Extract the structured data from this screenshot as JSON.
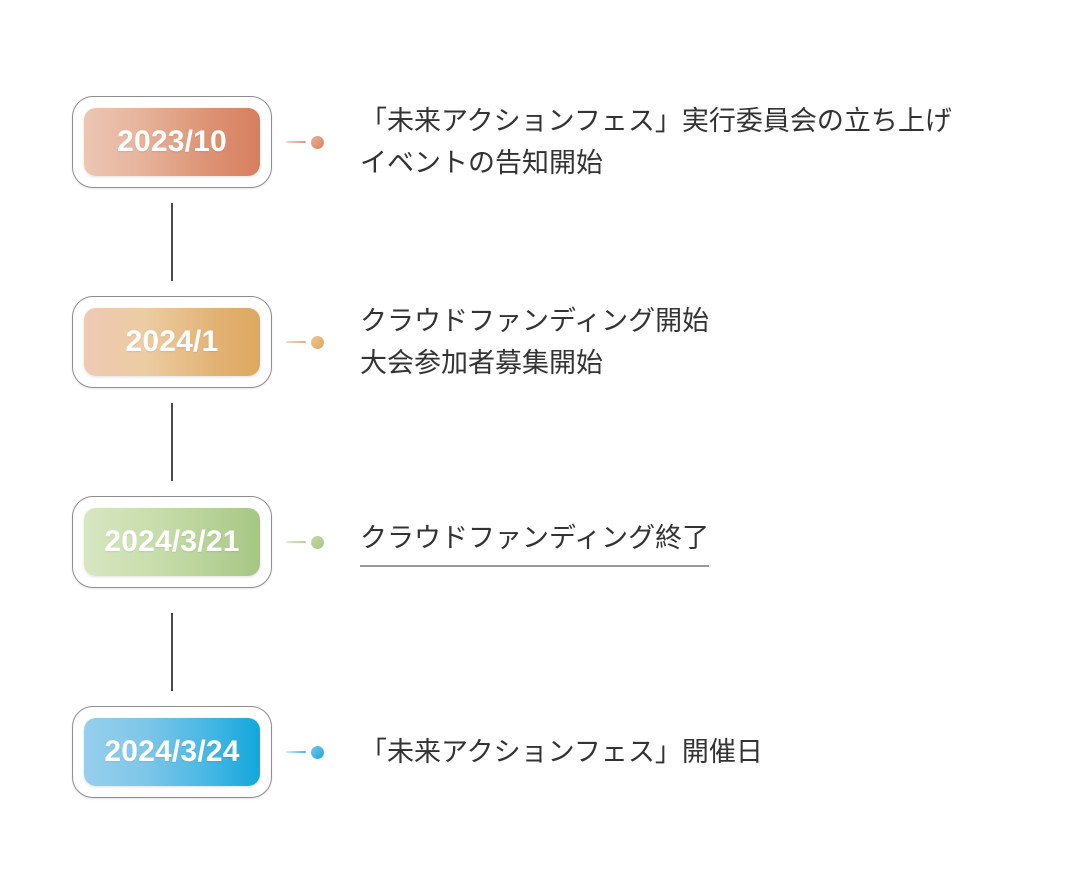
{
  "diagram": {
    "type": "vertical-timeline",
    "background_color": "#ffffff",
    "text_color": "#333333",
    "connector_color": "#4a4a4a",
    "rows": [
      {
        "date": "2023/10",
        "accent_start": "#ecc6b3",
        "accent_end": "#d77f60",
        "lines": [
          "「未来アクションフェス」実行委員会の立ち上げ",
          "イベントの告知開始"
        ],
        "underline": false
      },
      {
        "date": "2024/1",
        "accent_start": "#eec9b4",
        "accent_end": "#dda85f",
        "lines": [
          "クラウドファンディング開始",
          "大会参加者募集開始"
        ],
        "underline": false
      },
      {
        "date": "2024/3/21",
        "accent_start": "#d7e6c1",
        "accent_end": "#a6c684",
        "lines": [
          "クラウドファンディング終了"
        ],
        "underline": true
      },
      {
        "date": "2024/3/24",
        "accent_start": "#96cfec",
        "accent_end": "#13a7db",
        "lines": [
          "「未来アクションフェス」開催日"
        ],
        "underline": false
      }
    ]
  }
}
